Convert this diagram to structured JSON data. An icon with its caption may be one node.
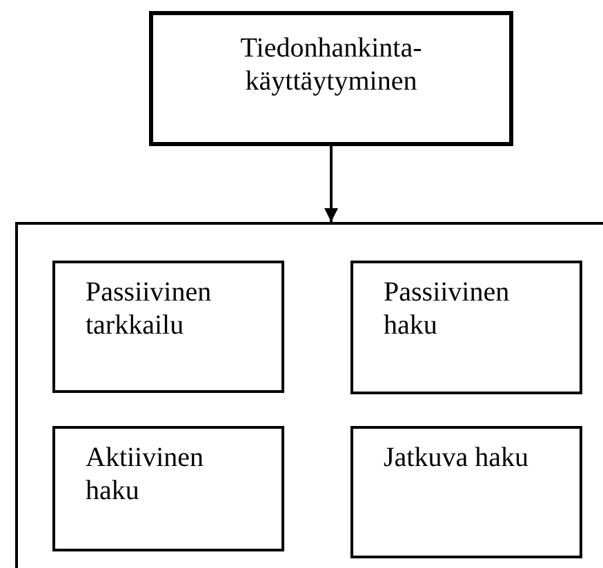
{
  "diagram": {
    "nodes": [
      {
        "text": [
          "Tiedonhankinta- käyttäytyminen"
        ]
      },
      {
        "text": [],
        "shape": "box"
      },
      {
        "text": [
          "Passiivinen tarkkailu"
        ],
        "in": 1
      },
      {
        "text": [
          "Passiivinen haku"
        ],
        "in": 1
      },
      {
        "text": [
          "Aktiivinen haku"
        ],
        "in": 1
      },
      {
        "text": [
          "Jatkuva haku"
        ],
        "in": 1
      }
    ],
    "edges": [
      {
        "from": 0,
        "to": 1,
        "arrow": "to"
      }
    ]
  }
}
